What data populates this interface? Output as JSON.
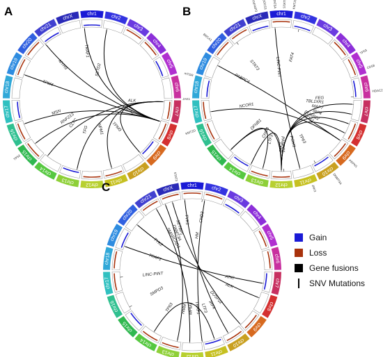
{
  "panels": [
    {
      "letter": "A",
      "chromosomes": [
        "chr1",
        "chr2",
        "chr3",
        "chr4",
        "chr5",
        "chr6",
        "chr7",
        "chr8",
        "chr9",
        "chr10",
        "chr11",
        "chr12",
        "chr13",
        "chr14",
        "chr15",
        "chr16",
        "chr17",
        "chr18",
        "chr19",
        "chr20",
        "chr21",
        "chrX"
      ],
      "gene_labels": [
        "SETD2",
        "TRAF1",
        "MYH9",
        "TPM4",
        "MSN",
        "RNF213",
        "CLTC",
        "TFG",
        "NPM1",
        "TPM3",
        "ATIC",
        "ALK"
      ],
      "outer_labels": [
        "TP53"
      ]
    },
    {
      "letter": "B",
      "chromosomes": [
        "chr1",
        "chr2",
        "chr3",
        "chr4",
        "chr5",
        "chr6",
        "chr7",
        "chr8",
        "chr9",
        "chr10",
        "chr11",
        "chr12",
        "chr13",
        "chr14",
        "chr15",
        "chr16",
        "chr17",
        "chr18",
        "chr19",
        "chr20",
        "chr21",
        "chrX"
      ],
      "gene_labels": [
        "FAT4",
        "LINC-PINT",
        "JAK2",
        "STAT3",
        "PABPC4",
        "NCOR1",
        "DFNB1",
        "CHD3",
        "LTF3",
        "PABPC1",
        "POM1",
        "TP63",
        "ROS1",
        "DUSP22",
        "IRF4",
        "MAP7",
        "TBL1XR1",
        "FEG"
      ],
      "outer_labels": [
        "KMT2C",
        "STAT5B",
        "STAT5A",
        "SOCS1",
        "TNFAIP3",
        "BRCA1",
        "mTOR",
        "JAK1",
        "KMT2D",
        "JAK3",
        "DNMT3A",
        "PRPN1",
        "HDAC2",
        "CD58",
        "TP53"
      ]
    },
    {
      "letter": "C",
      "chromosomes": [
        "chr1",
        "chr2",
        "chr3",
        "chr4",
        "chr5",
        "chr6",
        "chr7",
        "chr8",
        "chr9",
        "chr10",
        "chr11",
        "chr12",
        "chr13",
        "chr14",
        "chr15",
        "chr16",
        "chr17",
        "chr18",
        "chr19",
        "chr20",
        "chr21",
        "chrX"
      ],
      "gene_labels": [
        "CHD3",
        "TYK1",
        "SETBP1",
        "DNMT3A",
        "SMARCAD1",
        "TYK2",
        "TRAF1",
        "LINC-PINT",
        "SMPD3",
        "TP63",
        "HMM",
        "MPM1",
        "TRAF1",
        "LTF3",
        "IRF4",
        "DUSP22",
        "ALK",
        "ATIC",
        "HM"
      ],
      "outer_labels": [
        "STAT3"
      ]
    }
  ],
  "chromosome_colors": [
    "#1a1ad6",
    "#3333e0",
    "#6a3ae0",
    "#8c2fd9",
    "#b030d0",
    "#c8309f",
    "#c73060",
    "#d43030",
    "#d76a20",
    "#c9a020",
    "#c6c020",
    "#b8d030",
    "#8ed038",
    "#56c840",
    "#30b850",
    "#30c090",
    "#30c0c0",
    "#30a8d8",
    "#2e8ce0",
    "#3060e0",
    "#4040d0",
    "#2a2ab8"
  ],
  "legend": {
    "gain_label": "Gain",
    "loss_label": "Loss",
    "fusion_label": "Gene fusions",
    "snv_label": "SNV Mutations",
    "gain_color": "#1a1ad6",
    "loss_color": "#a8320c",
    "fusion_color": "#000000"
  }
}
